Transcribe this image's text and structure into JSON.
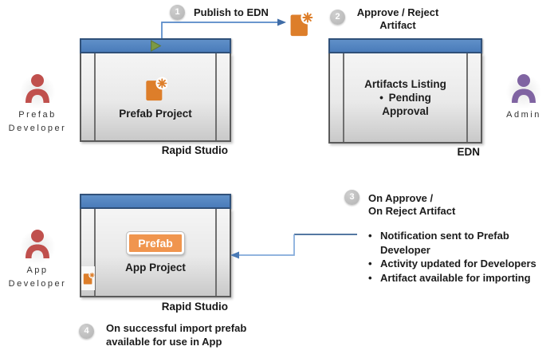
{
  "diagram": {
    "type": "workflow",
    "background": "#ffffff"
  },
  "colors": {
    "titlebar_blue": "#4a7cba",
    "titlebar_border": "#30517a",
    "window_border": "#5a5a5a",
    "window_body_top": "#f5f5f5",
    "window_body_bottom": "#c9c9c9",
    "artifact_orange": "#dd7e2a",
    "prefab_button_orange": "#f0954e",
    "person_red": "#c0504d",
    "person_purple": "#8064a2",
    "arrow_blue": "#5588c8",
    "arrow_blue_dark": "#3c6494",
    "arrow_blue_light": "#82aada",
    "step_circle_gray": "#bfbfbf",
    "play_green": "#7d9a43"
  },
  "icons": {
    "person": "person-icon",
    "play": "play-icon",
    "artifact_document": "artifact-document-icon (orange doc with sparkle)",
    "bullet": "•"
  },
  "actors": {
    "prefab_dev": {
      "line1": "Prefab",
      "line2": "Developer"
    },
    "admin": {
      "line1": "Admin"
    },
    "app_dev": {
      "line1": "App",
      "line2": "Developer"
    }
  },
  "windows": {
    "studio_top": {
      "project": "Prefab Project",
      "caption": "Rapid Studio"
    },
    "edn": {
      "title": "Artifacts Listing",
      "item": "Pending Approval",
      "caption": "EDN"
    },
    "studio_app": {
      "button": "Prefab",
      "project": "App Project",
      "caption": "Rapid Studio"
    }
  },
  "steps": {
    "s1": {
      "num": "1",
      "text": "Publish to EDN"
    },
    "s2": {
      "num": "2",
      "line1": "Approve / Reject",
      "line2": "Artifact"
    },
    "s3": {
      "num": "3",
      "line1": "On Approve /",
      "line2": "On Reject Artifact",
      "bullets": [
        "Notification sent to Prefab Developer",
        "Activity updated for Developers",
        "Artifact available for importing"
      ]
    },
    "s4": {
      "num": "4",
      "line1": "On successful import prefab",
      "line2": "available for use in App"
    }
  }
}
